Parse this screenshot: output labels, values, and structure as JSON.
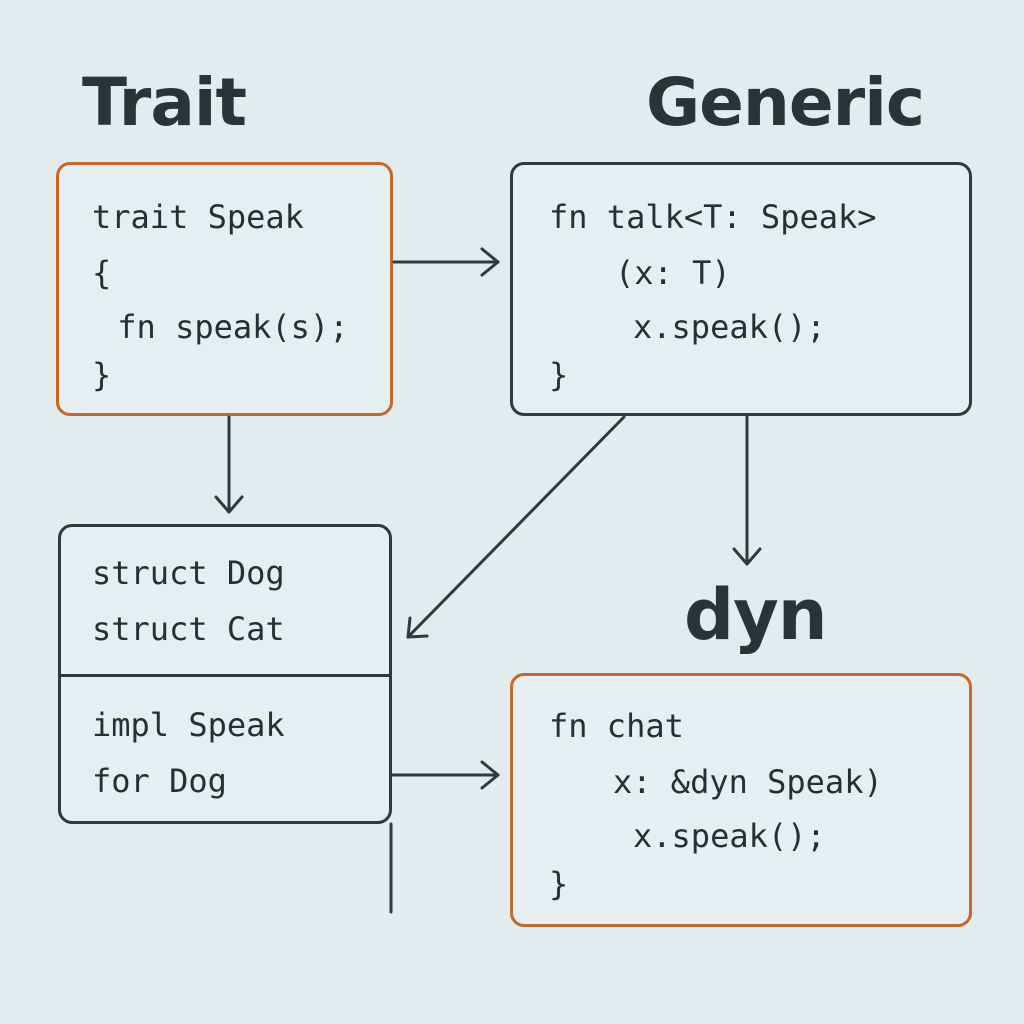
{
  "headings": {
    "trait": "Trait",
    "generic": "Generic",
    "dyn": "dyn"
  },
  "trait_box": {
    "lines": [
      "trait Speak",
      "{",
      " fn speak(s);",
      "}"
    ]
  },
  "generic_box": {
    "lines": [
      "fn talk<T: Speak>",
      "(x: T)",
      "x.speak();",
      "}"
    ]
  },
  "struct_box": {
    "top_lines": [
      "struct Dog",
      "struct Cat"
    ],
    "bottom_lines": [
      "impl Speak",
      "for Dog"
    ]
  },
  "dyn_box": {
    "lines": [
      "fn chat",
      "x: &dyn Speak)",
      "x.speak();",
      "}"
    ]
  },
  "colors": {
    "background": "#e3ebed",
    "accent_orange": "#c2692f",
    "border_dark": "#2f3a3e",
    "text": "#263034"
  }
}
